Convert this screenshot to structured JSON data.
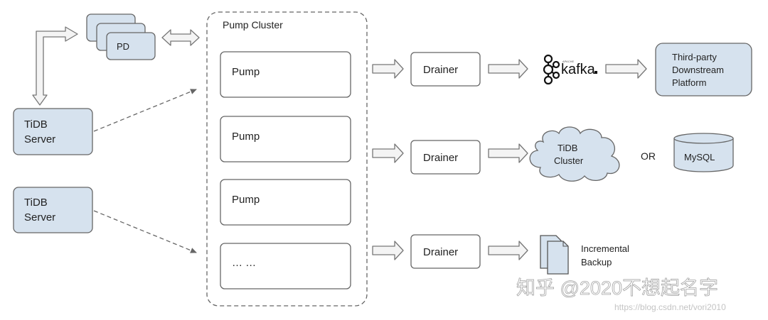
{
  "pd": {
    "label": "PD"
  },
  "tidb_servers": [
    {
      "line1": "TiDB",
      "line2": "Server"
    },
    {
      "line1": "TiDB",
      "line2": "Server"
    }
  ],
  "pump_cluster": {
    "title": "Pump Cluster",
    "pumps": [
      "Pump",
      "Pump",
      "Pump",
      "… …"
    ]
  },
  "drainers": [
    "Drainer",
    "Drainer",
    "Drainer"
  ],
  "kafka": {
    "label": "kafka",
    "tagline": "APACHE"
  },
  "third_party": {
    "lines": [
      "Third-party",
      "Downstream",
      "Platform"
    ]
  },
  "tidb_cluster": {
    "line1": "TiDB",
    "line2": "Cluster"
  },
  "or_label": "OR",
  "mysql": {
    "label": "MySQL"
  },
  "backup": {
    "line1": "Incremental",
    "line2": "Backup"
  },
  "watermark": {
    "text": "知乎 @2020不想起名字",
    "url": "https://blog.csdn.net/vori2010"
  },
  "colors": {
    "box_fill": "#d6e2ee",
    "box_stroke": "#666666",
    "arrow_fill": "#f4f4f4"
  }
}
